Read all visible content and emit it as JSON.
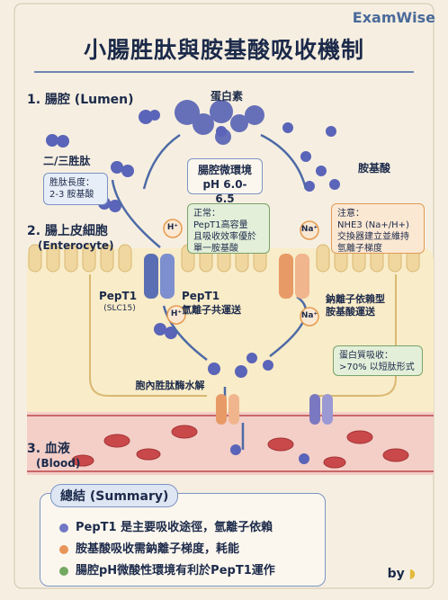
{
  "brand": "ExamWise",
  "title": "小腸胜肽與胺基酸吸收機制",
  "sections": {
    "lumen": "1. 腸腔 (Lumen)",
    "enterocyte": "2. 腸上皮細胞",
    "enterocyte_en": "(Enterocyte)",
    "blood": "3. 血液",
    "blood_en": "(Blood)"
  },
  "labels": {
    "protein": "蛋白素",
    "peptides": "二/三胜肽",
    "amino_acids": "胺基酸",
    "pept1": "PepT1",
    "slc15": "(SLC15)",
    "pept1_right_1": "PepT1",
    "pept1_right_2": "氫離子共運送",
    "na_dep_1": "鈉離子依賴型",
    "na_dep_2": "胺基酸運送",
    "hydrolysis": "胞內胜肽酶水解",
    "h_ion": "H⁺",
    "na_ion": "Na⁺"
  },
  "boxes": {
    "peptide_length": [
      "胜肽長度：",
      "2-3 胺基酸"
    ],
    "microenv": [
      "腸腔微環境",
      "pH 6.0-6.5"
    ],
    "normal": [
      "正常：",
      "PepT1高容量",
      "且吸收效率優於",
      "單一胺基酸"
    ],
    "note": [
      "注意：",
      "NHE3 (Na+/H+)",
      "交換器建立並維持",
      "氫離子梯度"
    ],
    "protein_absorb": [
      "蛋白質吸收：",
      ">70% 以短肽形式"
    ]
  },
  "summary": {
    "title": "總結 (Summary)",
    "items": [
      {
        "text": "PepT1 是主要吸收途徑，氫離子依賴",
        "color": "#6f79c4"
      },
      {
        "text": "胺基酸吸收需鈉離子梯度，耗能",
        "color": "#e8955a"
      },
      {
        "text": "腸腔pH微酸性環境有利於PepT1運作",
        "color": "#73a860"
      }
    ]
  },
  "byline": "by",
  "colors": {
    "lumen_bg": "#f6efe1",
    "membrane": "#f0d7a0",
    "cell": "#f9ecc8",
    "blood": "#f3cfc8",
    "rbc": "#c9494b",
    "peptide": "#5a64b8",
    "transporter_blue": "#5a6fb3",
    "transporter_orange": "#e89a66",
    "h_ion": "#e69b4f"
  }
}
